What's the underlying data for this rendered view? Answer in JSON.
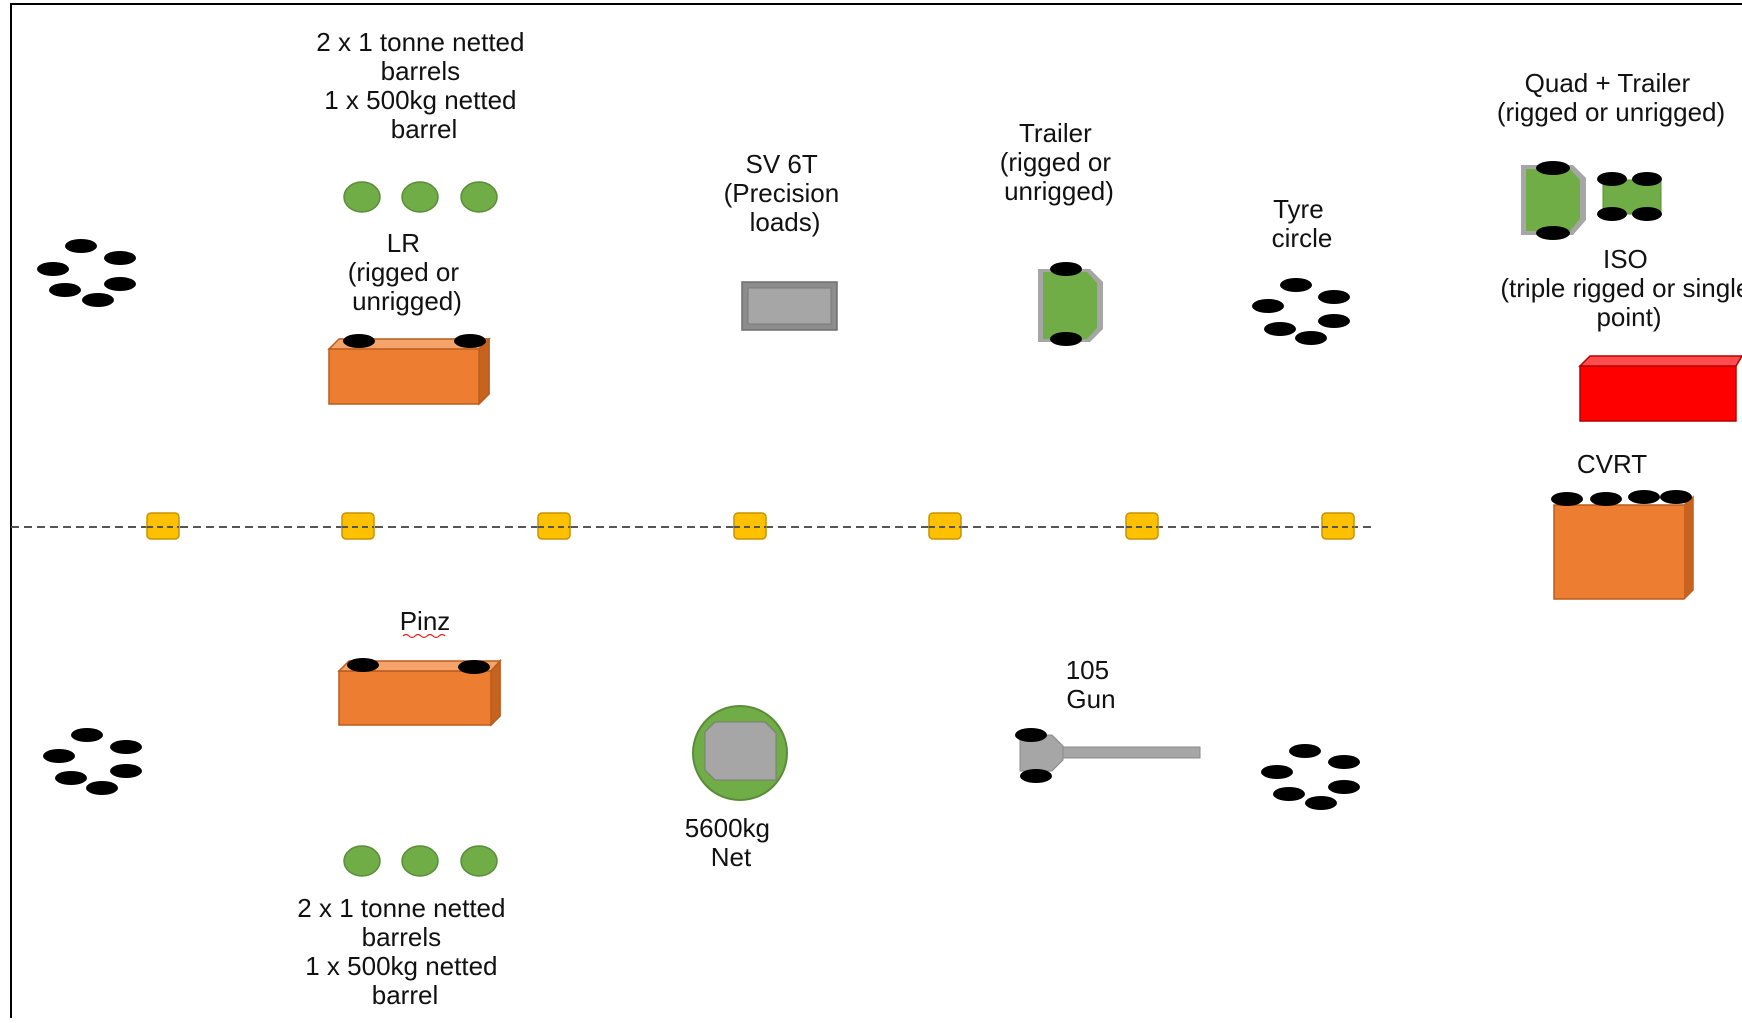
{
  "labels": {
    "barrels_top": [
      "2 x 1 tonne netted",
      "barrels",
      "1 x 500kg netted",
      "barrel"
    ],
    "lr": [
      "LR",
      "(rigged or",
      "unrigged)"
    ],
    "sv6t": [
      "SV 6T",
      "(Precision",
      "loads)"
    ],
    "trailer": [
      "Trailer",
      "(rigged or",
      "unrigged)"
    ],
    "tyre_circle": [
      "Tyre",
      "circle"
    ],
    "quad_trailer": [
      "Quad + Trailer",
      "(rigged or unrigged)"
    ],
    "iso": [
      "ISO",
      "(triple rigged or single",
      "point)"
    ],
    "cvrt": [
      "CVRT"
    ],
    "pinz": [
      "Pinz"
    ],
    "net_5600": [
      "5600kg",
      "Net"
    ],
    "gun_105": [
      "105",
      "Gun"
    ],
    "barrels_bottom": [
      "2 x 1 tonne netted",
      "barrels",
      "1 x 500kg netted",
      "barrel"
    ]
  },
  "colors": {
    "orange": "#ED7D31",
    "green": "#70AD47",
    "grey": "#A6A6A6",
    "red": "#FF0000",
    "marker_yellow": "#FFC000",
    "black": "#000000"
  },
  "icons": {
    "tyre": "tyre-circle-icon",
    "barrel": "netted-barrel-icon",
    "marker": "drop-zone-marker-icon"
  }
}
